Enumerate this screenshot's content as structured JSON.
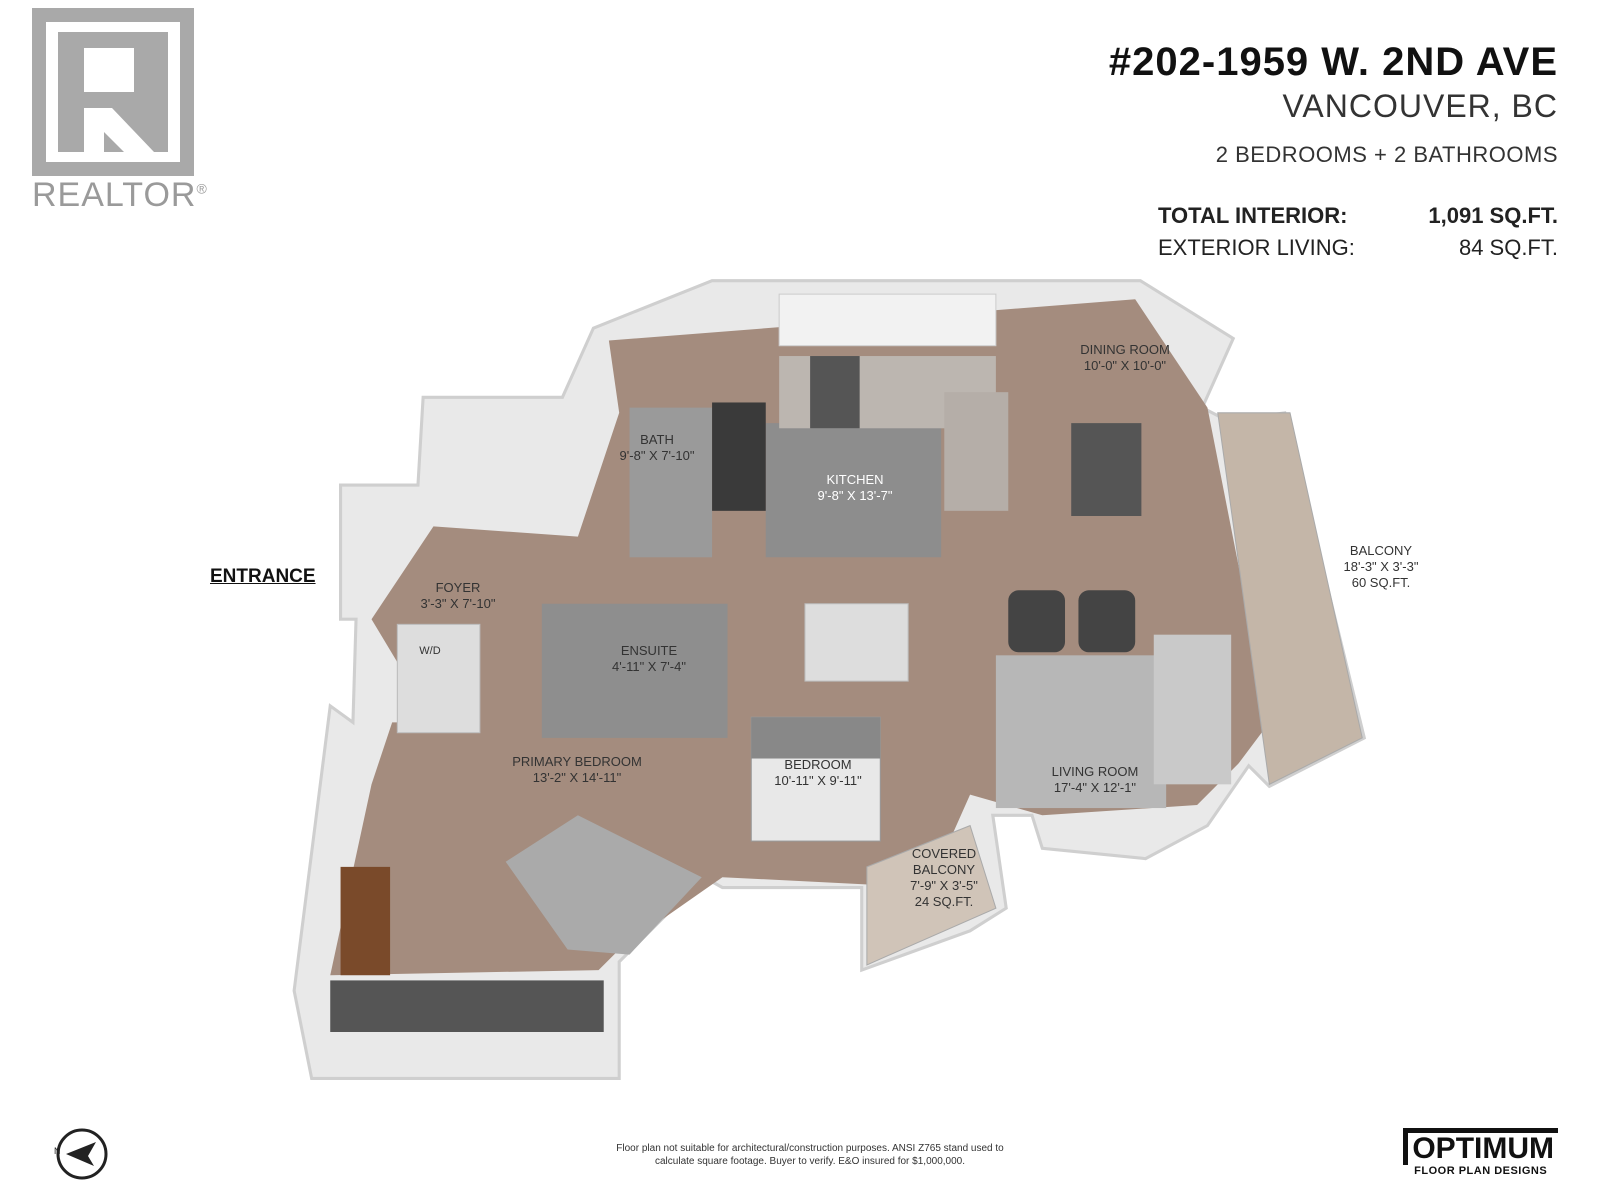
{
  "logo": {
    "brand": "REALTOR",
    "registered": "®"
  },
  "header": {
    "address": "#202-1959 W. 2ND AVE",
    "city": "VANCOUVER, BC",
    "summary": "2 BEDROOMS + 2 BATHROOMS",
    "total_interior_label": "TOTAL INTERIOR:",
    "total_interior_value": "1,091 SQ.FT.",
    "exterior_label": "EXTERIOR LIVING:",
    "exterior_value": "84 SQ.FT."
  },
  "entrance": "ENTRANCE",
  "rooms": {
    "dining": {
      "name": "DINING ROOM",
      "dims": "10'-0\" X 10'-0\""
    },
    "kitchen": {
      "name": "KITCHEN",
      "dims": "9'-8\" X 13'-7\""
    },
    "bath": {
      "name": "BATH",
      "dims": "9'-8\" X 7'-10\""
    },
    "foyer": {
      "name": "FOYER",
      "dims": "3'-3\" X 7'-10\""
    },
    "ensuite": {
      "name": "ENSUITE",
      "dims": "4'-11\" X 7'-4\""
    },
    "primary": {
      "name": "PRIMARY BEDROOM",
      "dims": "13'-2\" X 14'-11\""
    },
    "bedroom": {
      "name": "BEDROOM",
      "dims": "10'-11\" X 9'-11\""
    },
    "living": {
      "name": "LIVING ROOM",
      "dims": "17'-4\" X 12'-1\""
    },
    "covered": {
      "name1": "COVERED",
      "name2": "BALCONY",
      "dims": "7'-9\" X 3'-5\"",
      "area": "24 SQ.FT."
    },
    "balcony": {
      "name": "BALCONY",
      "dims": "18'-3\" X 3'-3\"",
      "area": "60 SQ.FT."
    },
    "wd": "W/D"
  },
  "footer": {
    "disclaimer_1": "Floor plan not suitable for architectural/construction purposes. ANSI Z765 stand used to",
    "disclaimer_2": "calculate square footage. Buyer to verify.  E&O insured for $1,000,000.",
    "brand": "OPTIMUM",
    "brand_sub": "FLOOR PLAN DESIGNS",
    "compass_label": "N"
  }
}
